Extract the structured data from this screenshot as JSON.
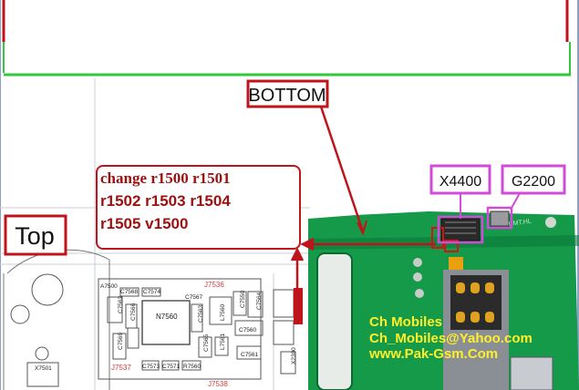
{
  "labels": {
    "bottom": "BOTTOM",
    "top": "Top",
    "x4400": "X4400",
    "g2200": "G2200",
    "note_line1": "change r1500 r1501",
    "note_line2": "r1502 r1503 r1504",
    "note_line3": "r1505 v1500"
  },
  "watermark": {
    "line1": "Ch Mobiles",
    "line2": "Ch_Mobiles@Yahoo.com",
    "line3": "www.Pak-Gsm.Com"
  },
  "schematic": {
    "refs": [
      "A7500",
      "C7568",
      "C7574",
      "C7567",
      "C7562",
      "C7566",
      "N7560",
      "C7563",
      "C7569",
      "L7560",
      "C7550",
      "C7564",
      "C7560",
      "C7561",
      "C7571",
      "C7573",
      "R7560",
      "L7561",
      "C7565",
      "X7501",
      "J7536",
      "J7537",
      "J7538",
      "X2300"
    ]
  },
  "board": {
    "silk_label": "UMT.HL"
  },
  "colors": {
    "annotation_red": "#c0141c",
    "note_text": "#9c1010",
    "callout_magenta": "#d24bd8",
    "pcb_green": "#159a4a",
    "pcb_dark": "#0c7a38",
    "watermark_yellow": "#ffef2a",
    "frame_green": "#32c83c"
  }
}
